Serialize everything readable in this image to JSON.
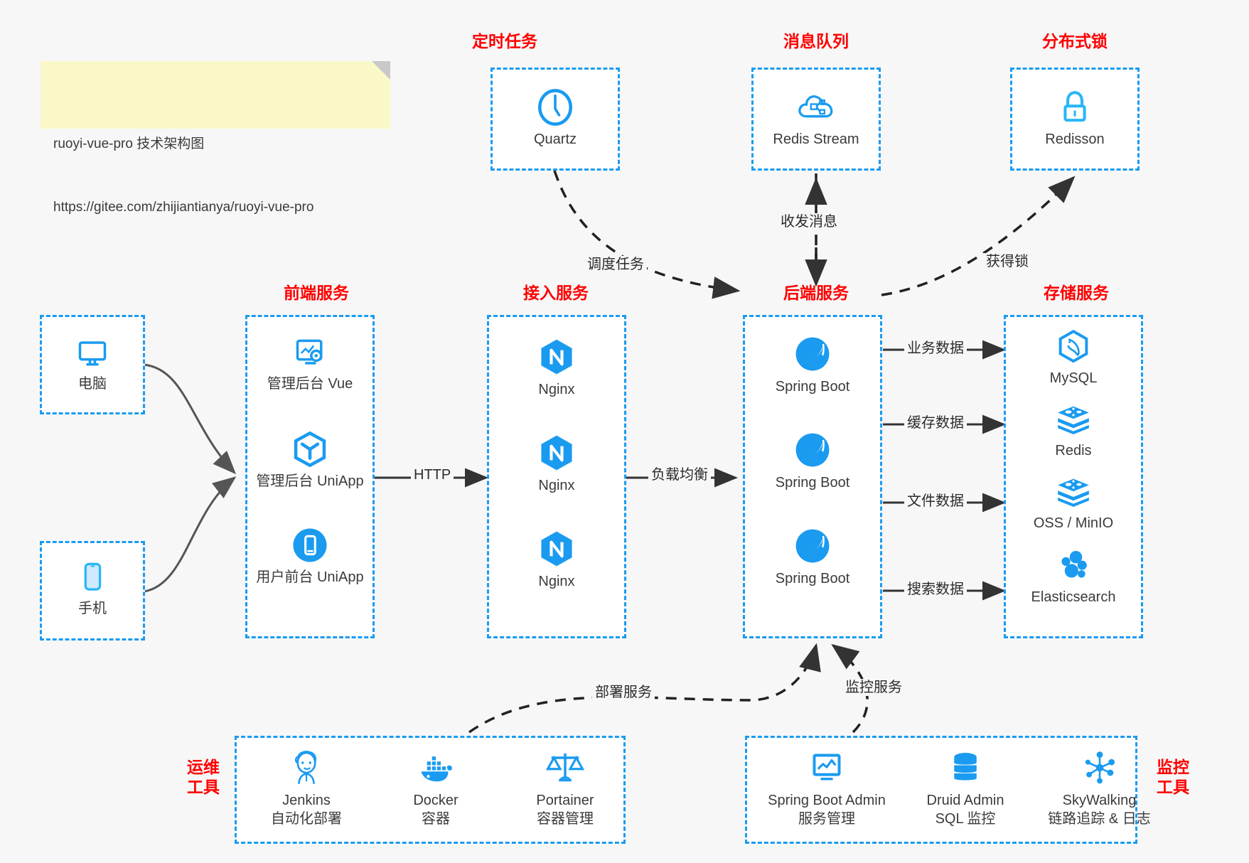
{
  "note": {
    "line1": "ruoyi-vue-pro 技术架构图",
    "line2": "https://gitee.com/zhijiantianya/ruoyi-vue-pro"
  },
  "colors": {
    "accent": "#1a9bf0",
    "title": "#ff0000",
    "text": "#3b3b3b",
    "background": "#f7f7f7",
    "note_bg": "#fbf8c8",
    "arrow": "#333333",
    "curve": "#555555"
  },
  "groups": {
    "scheduled_task": {
      "title": "定时任务",
      "nodes": [
        {
          "label": "Quartz",
          "icon": "clock-icon"
        }
      ]
    },
    "message_queue": {
      "title": "消息队列",
      "nodes": [
        {
          "label": "Redis Stream",
          "icon": "cloud-queue-icon"
        }
      ]
    },
    "distributed_lock": {
      "title": "分布式锁",
      "nodes": [
        {
          "label": "Redisson",
          "icon": "lock-icon"
        }
      ]
    },
    "devices": {
      "nodes": [
        {
          "label": "电脑",
          "icon": "monitor-icon"
        },
        {
          "label": "手机",
          "icon": "smartphone-icon"
        }
      ]
    },
    "frontend": {
      "title": "前端服务",
      "nodes": [
        {
          "label": "管理后台 Vue",
          "icon": "dashboard-icon"
        },
        {
          "label": "管理后台 UniApp",
          "icon": "uniapp-hexagon-icon"
        },
        {
          "label": "用户前台 UniApp",
          "icon": "mobile-app-icon"
        }
      ]
    },
    "gateway": {
      "title": "接入服务",
      "nodes": [
        {
          "label": "Nginx",
          "icon": "nginx-icon"
        },
        {
          "label": "Nginx",
          "icon": "nginx-icon"
        },
        {
          "label": "Nginx",
          "icon": "nginx-icon"
        }
      ]
    },
    "backend": {
      "title": "后端服务",
      "nodes": [
        {
          "label": "Spring Boot",
          "icon": "spring-boot-icon"
        },
        {
          "label": "Spring Boot",
          "icon": "spring-boot-icon"
        },
        {
          "label": "Spring Boot",
          "icon": "spring-boot-icon"
        }
      ]
    },
    "storage": {
      "title": "存储服务",
      "nodes": [
        {
          "label": "MySQL",
          "icon": "mysql-icon"
        },
        {
          "label": "Redis",
          "icon": "redis-icon"
        },
        {
          "label": "OSS / MinIO",
          "icon": "oss-minio-icon"
        },
        {
          "label": "Elasticsearch",
          "icon": "elasticsearch-icon"
        }
      ]
    },
    "devops": {
      "title": "运维\n工具",
      "nodes": [
        {
          "label": "Jenkins",
          "sublabel": "自动化部署",
          "icon": "jenkins-icon"
        },
        {
          "label": "Docker",
          "sublabel": "容器",
          "icon": "docker-icon"
        },
        {
          "label": "Portainer",
          "sublabel": "容器管理",
          "icon": "scales-icon"
        }
      ]
    },
    "monitoring": {
      "title": "监控\n工具",
      "nodes": [
        {
          "label": "Spring Boot Admin",
          "sublabel": "服务管理",
          "icon": "monitor-chart-icon"
        },
        {
          "label": "Druid Admin",
          "sublabel": "SQL 监控",
          "icon": "database-icon"
        },
        {
          "label": "SkyWalking",
          "sublabel": "链路追踪 & 日志",
          "icon": "skywalking-icon"
        }
      ]
    }
  },
  "edges": [
    {
      "id": "http",
      "label": "HTTP"
    },
    {
      "id": "load_balance",
      "label": "负载均衡"
    },
    {
      "id": "schedule_task",
      "label": "调度任务"
    },
    {
      "id": "send_receive_message",
      "label": "收发消息"
    },
    {
      "id": "acquire_lock",
      "label": "获得锁"
    },
    {
      "id": "business_data",
      "label": "业务数据"
    },
    {
      "id": "cache_data",
      "label": "缓存数据"
    },
    {
      "id": "file_data",
      "label": "文件数据"
    },
    {
      "id": "search_data",
      "label": "搜索数据"
    },
    {
      "id": "deploy_service",
      "label": "部署服务"
    },
    {
      "id": "monitor_service",
      "label": "监控服务"
    }
  ]
}
